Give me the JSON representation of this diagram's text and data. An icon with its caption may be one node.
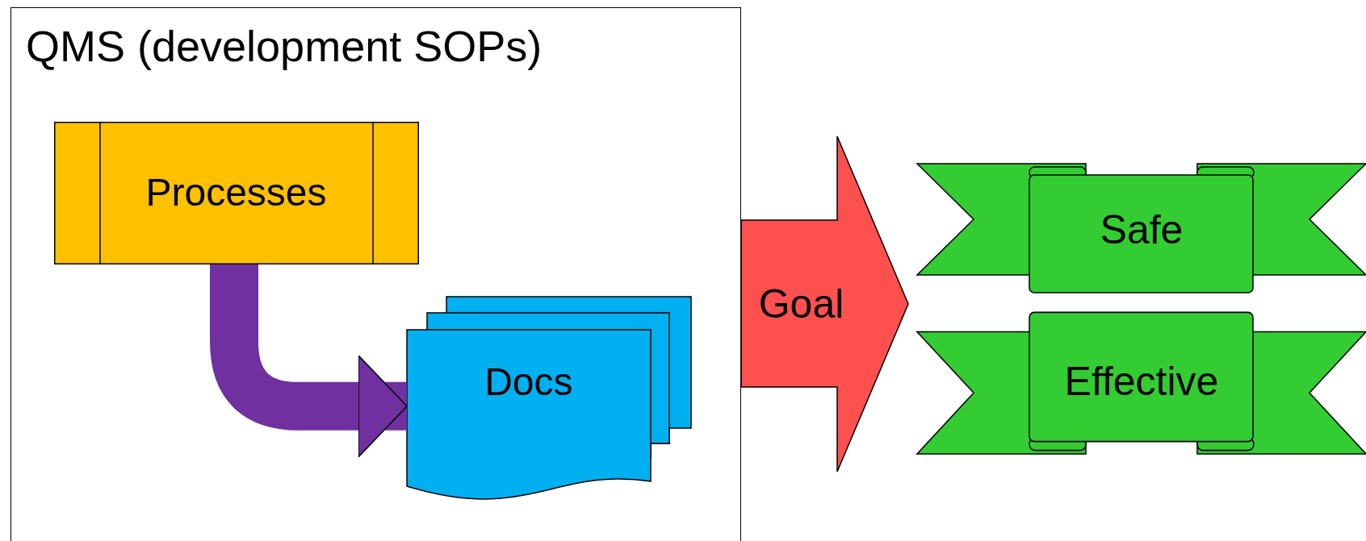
{
  "diagram": {
    "nodes": [
      {
        "text": [
          "QMS (development SOPs)"
        ]
      },
      {
        "text": [
          "Processes"
        ],
        "in": 0
      },
      {
        "text": [
          "Docs"
        ],
        "in": 0
      },
      {
        "text": [
          "Goal"
        ]
      },
      {
        "text": [
          "Safe"
        ]
      },
      {
        "text": [
          "Effective"
        ]
      }
    ],
    "edges": [
      {
        "from": 1,
        "to": 2,
        "arrow": "to"
      }
    ]
  }
}
